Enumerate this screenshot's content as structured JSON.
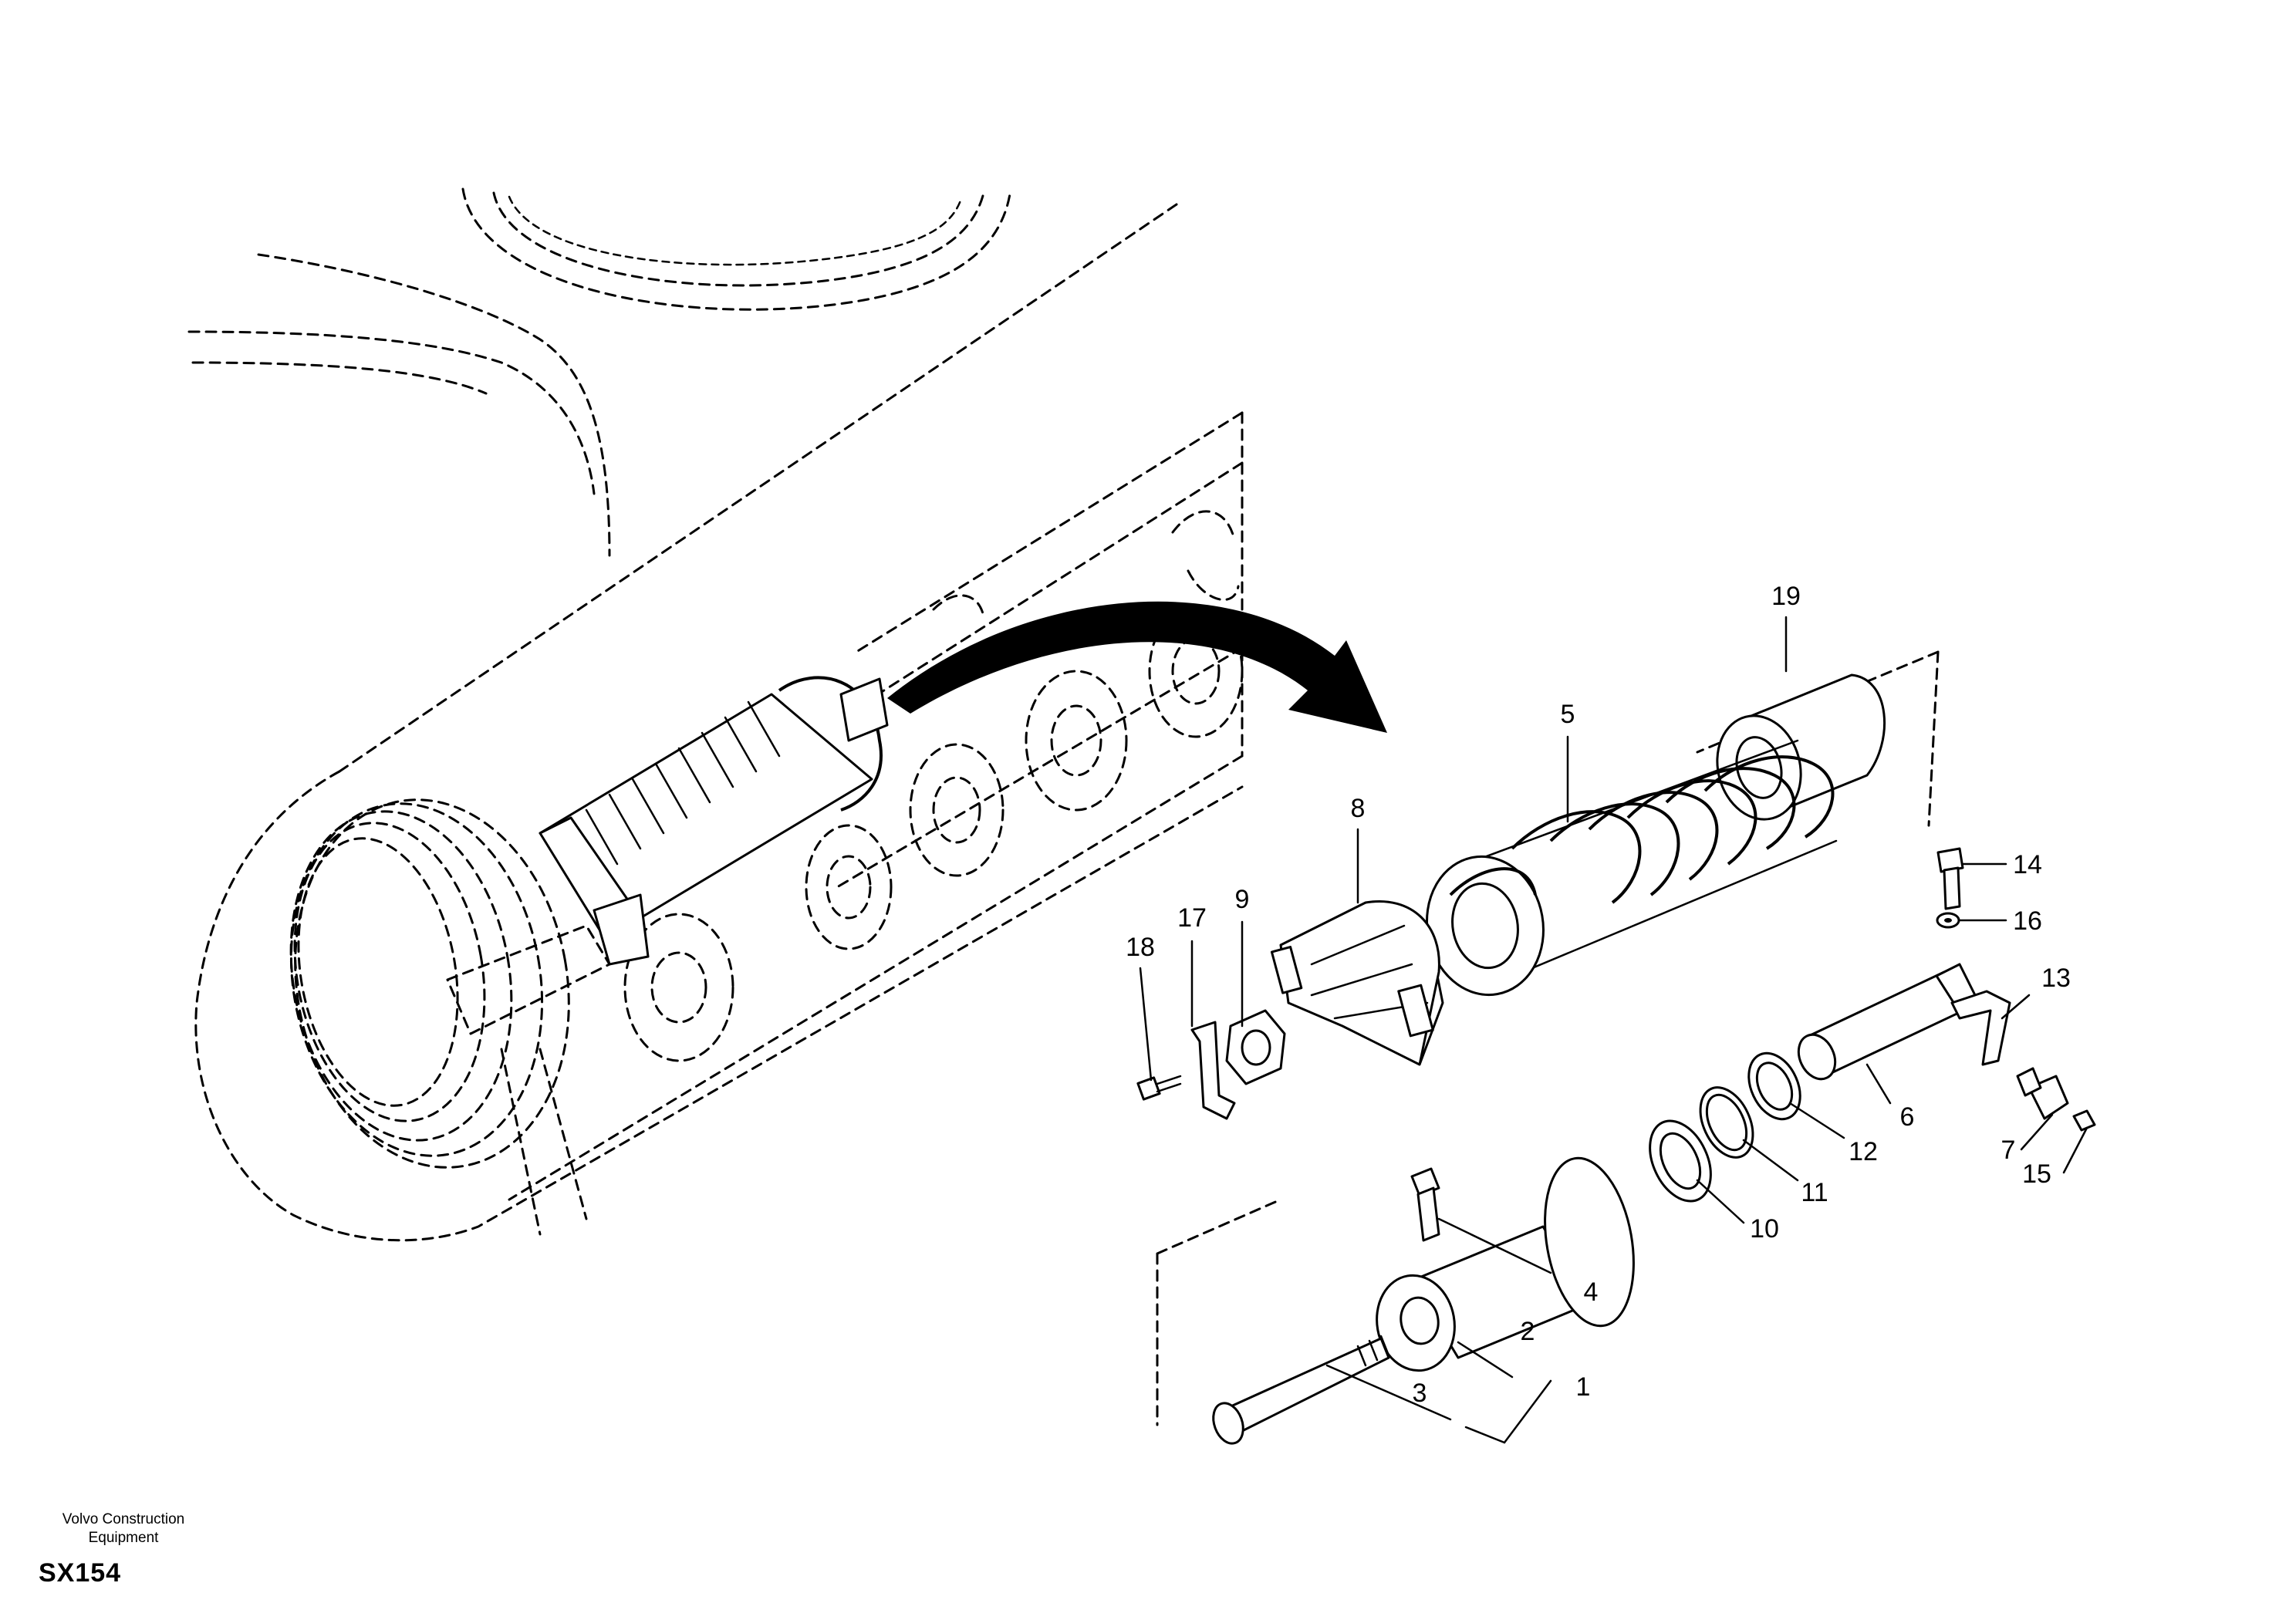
{
  "footer": {
    "company_line1": "Volvo Construction",
    "company_line2": "Equipment",
    "code": "SX154"
  },
  "callouts": {
    "c1": "1",
    "c2": "2",
    "c3": "3",
    "c4": "4",
    "c5": "5",
    "c6": "6",
    "c7": "7",
    "c8": "8",
    "c9": "9",
    "c10": "10",
    "c11": "11",
    "c12": "12",
    "c13": "13",
    "c14": "14",
    "c15": "15",
    "c16": "16",
    "c17": "17",
    "c18": "18",
    "c19": "19"
  }
}
